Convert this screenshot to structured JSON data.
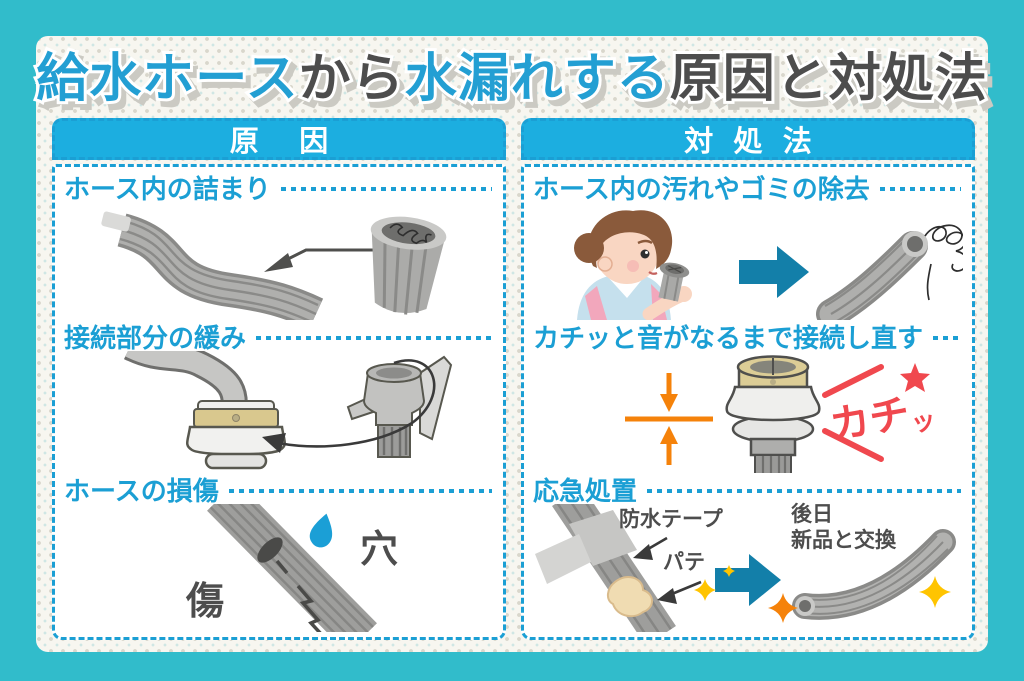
{
  "title": {
    "segments": [
      {
        "text": "給水ホース",
        "color": "#239FD3"
      },
      {
        "text": "から",
        "color": "#4D4D4D"
      },
      {
        "text": "水漏れする",
        "color": "#239FD3"
      },
      {
        "text": "原因と対処法",
        "color": "#4D4D4D"
      }
    ]
  },
  "colors": {
    "frame_teal": "#31BCCB",
    "header_blue": "#1CAEE0",
    "heading_text_blue": "#1B9FD4",
    "dark_text": "#4D4D4D",
    "click_red": "#F0484E",
    "indicator_orange": "#F5820A",
    "big_arrow_blue": "#137FA9",
    "droplet_blue": "#1B9FD6"
  },
  "columns": {
    "causes": {
      "header": "原因",
      "items": [
        {
          "heading": "ホース内の詰まり"
        },
        {
          "heading": "接続部分の緩み"
        },
        {
          "heading": "ホースの損傷",
          "labels": {
            "hole": "穴",
            "scratch": "傷"
          }
        }
      ]
    },
    "solutions": {
      "header": "対処法",
      "items": [
        {
          "heading": "ホース内の汚れやゴミの除去"
        },
        {
          "heading": "カチッと音がなるまで接続し直す",
          "callout": {
            "main": "カチ",
            "small": "ッ"
          }
        },
        {
          "heading": "応急処置",
          "labels": {
            "tape": "防水テープ",
            "putty": "パテ",
            "replace_line1": "後日",
            "replace_line2": "新品と交換"
          }
        }
      ]
    }
  }
}
